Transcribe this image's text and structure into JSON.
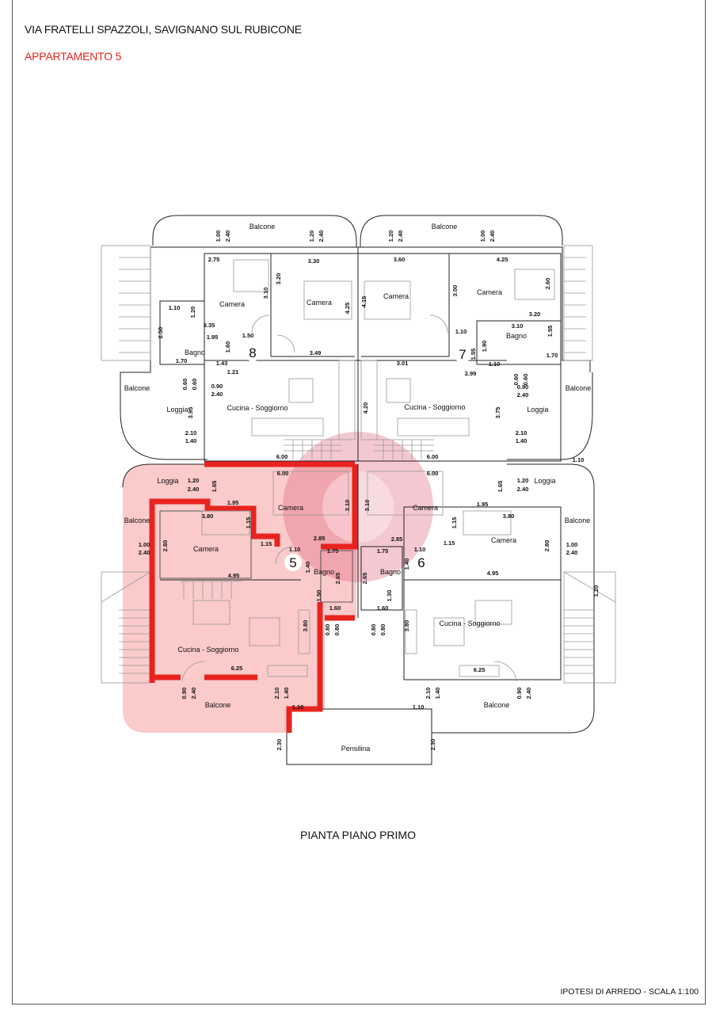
{
  "header": {
    "address": "VIA FRATELLI SPAZZOLI, SAVIGNANO SUL RUBICONE",
    "apartment": "APPARTAMENTO 5"
  },
  "plan": {
    "title": "PIANTA PIANO PRIMO",
    "highlight_color": "#e8231e",
    "highlight_fill": "#fbcaca",
    "labels": [
      "Balcone",
      "Balcone",
      "Camera",
      "Camera",
      "Camera",
      "Camera",
      "Bagno",
      "Bagno",
      "8",
      "7",
      "Balcone",
      "Balcone",
      "Loggia",
      "Loggia",
      "Cucina - Soggiorno",
      "Cucina - Soggiorno",
      "Loggia",
      "Loggia",
      "Camera",
      "Camera",
      "Balcone",
      "Balcone",
      "Camera",
      "Camera",
      "5",
      "6",
      "Bagno",
      "Bagno",
      "Cucina - Soggiorno",
      "Cucina - Soggiorno",
      "Balcone",
      "Balcone",
      "Pensilina"
    ],
    "dimensions": [
      "1.00",
      "2.40",
      "1.20",
      "2.40",
      "1.20",
      "2.40",
      "1.00",
      "2.40",
      "2.75",
      "3.30",
      "3.60",
      "4.25",
      "3.10",
      "3.20",
      "4.25",
      "4.15",
      "3.00",
      "2.60",
      "1.20",
      "3.35",
      "1.10",
      "2.50",
      "1.95",
      "1.50",
      "3.20",
      "3.10",
      "1.55",
      "1.10",
      "1.70",
      "1.43",
      "1.60",
      "1.21",
      "3.49",
      "3.01",
      "2.99",
      "1.55",
      "1.90",
      "1.10",
      "1.70",
      "0.60",
      "0.60",
      "0.60",
      "0.60",
      "0.90",
      "2.40",
      "0.90",
      "2.40",
      "3.95",
      "3.75",
      "4.20",
      "2.10",
      "1.40",
      "2.10",
      "1.40",
      "6.00",
      "6.00",
      "1.10",
      "1.20",
      "2.40",
      "1.20",
      "2.40",
      "1.65",
      "1.65",
      "6.00",
      "6.00",
      "3.10",
      "3.10",
      "1.95",
      "1.95",
      "3.80",
      "3.80",
      "1.15",
      "1.15",
      "2.80",
      "2.80",
      "1.00",
      "2.40",
      "1.00",
      "2.40",
      "1.15",
      "1.15",
      "2.85",
      "2.85",
      "1.10",
      "1.10",
      "1.75",
      "1.75",
      "1.40",
      "1.40",
      "2.65",
      "2.65",
      "4.95",
      "4.95",
      "1.20",
      "1.50",
      "1.30",
      "1.60",
      "1.60",
      "0.80",
      "0.80",
      "0.80",
      "0.80",
      "3.80",
      "3.80",
      "6.25",
      "6.25",
      "0.90",
      "2.40",
      "0.90",
      "2.40",
      "2.10",
      "1.40",
      "2.10",
      "1.40",
      "1.10",
      "1.10",
      "2.30",
      "2.30"
    ]
  },
  "footer": {
    "scale_note": "IPOTESI DI ARREDO - SCALA 1:100"
  }
}
